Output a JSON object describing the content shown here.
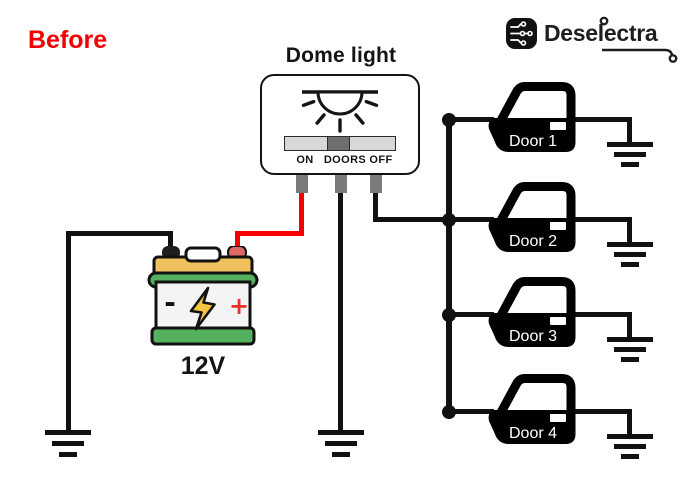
{
  "before_label": "Before",
  "logo": {
    "brand": "Deselectra"
  },
  "dome_light": {
    "title": "Dome light",
    "switch": {
      "labels": {
        "on": "ON",
        "doors": "DOORS",
        "off": "OFF"
      },
      "selected": "DOORS"
    }
  },
  "battery": {
    "voltage": "12V",
    "negative_symbol": "-",
    "positive_symbol": "+"
  },
  "doors": [
    {
      "label": "Door 1"
    },
    {
      "label": "Door 2"
    },
    {
      "label": "Door 3"
    },
    {
      "label": "Door 4"
    }
  ],
  "colors": {
    "wire_black": "#111111",
    "wire_red": "#f40000",
    "before_red": "#f40000",
    "battery_green": "#55b15f",
    "battery_yellow": "#f1c160",
    "bolt_yellow": "#f5c542",
    "positive_red": "#e8312a",
    "switch_track": "#d8d8d8",
    "switch_knob": "#6e6e6e",
    "terminal_gray": "#7b7b7b",
    "door_fill": "#000000"
  }
}
